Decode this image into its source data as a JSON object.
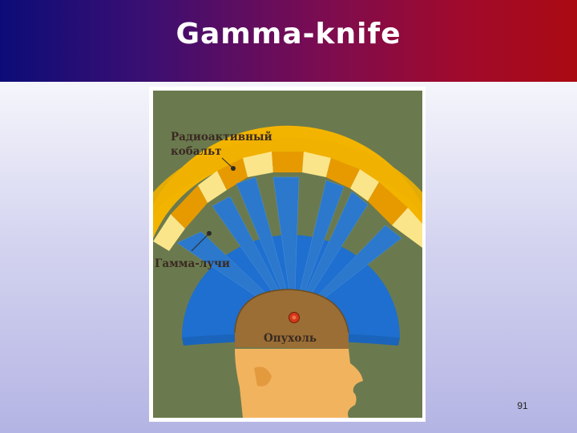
{
  "slide": {
    "title": "Gamma-knife",
    "page_number": "91"
  },
  "figure": {
    "label_cobalt_line1": "Радиоактивный",
    "label_cobalt_line2": "кобальт",
    "label_gamma_rays": "Гамма-лучи",
    "label_tumor": "Опухоль"
  },
  "colors": {
    "title_gradient_start": "#0c0c78",
    "title_gradient_end": "#aa0a12",
    "background_olive": "#6b7a4e",
    "cobalt_ring": "#f3b400",
    "cobalt_segment_dark": "#e79a00",
    "cobalt_segment_light": "#fbe58a",
    "gamma_beam": "#2b78cc",
    "gamma_dome": "#1e6fcf",
    "brain": "#9a6e35",
    "tumor": "#d23a18",
    "face": "#f2b35f"
  }
}
